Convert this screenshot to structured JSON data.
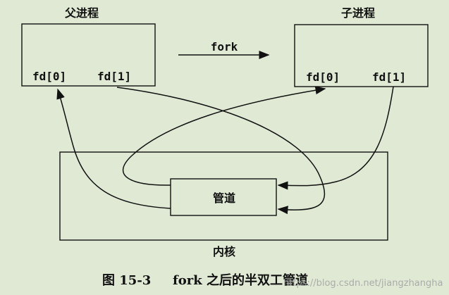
{
  "labels": {
    "parent_process": "父进程",
    "child_process": "子进程",
    "fork": "fork",
    "parent_fd0": "fd[0]",
    "parent_fd1": "fd[1]",
    "child_fd0": "fd[0]",
    "child_fd1": "fd[1]",
    "pipe": "管道",
    "kernel": "内核"
  },
  "caption": {
    "figure": "图 15-3",
    "text": "fork 之后的半双工管道"
  },
  "watermark": "https://blog.csdn.net/jiangzhangha",
  "colors": {
    "background": "#dfe9d4",
    "stroke": "#111111"
  }
}
